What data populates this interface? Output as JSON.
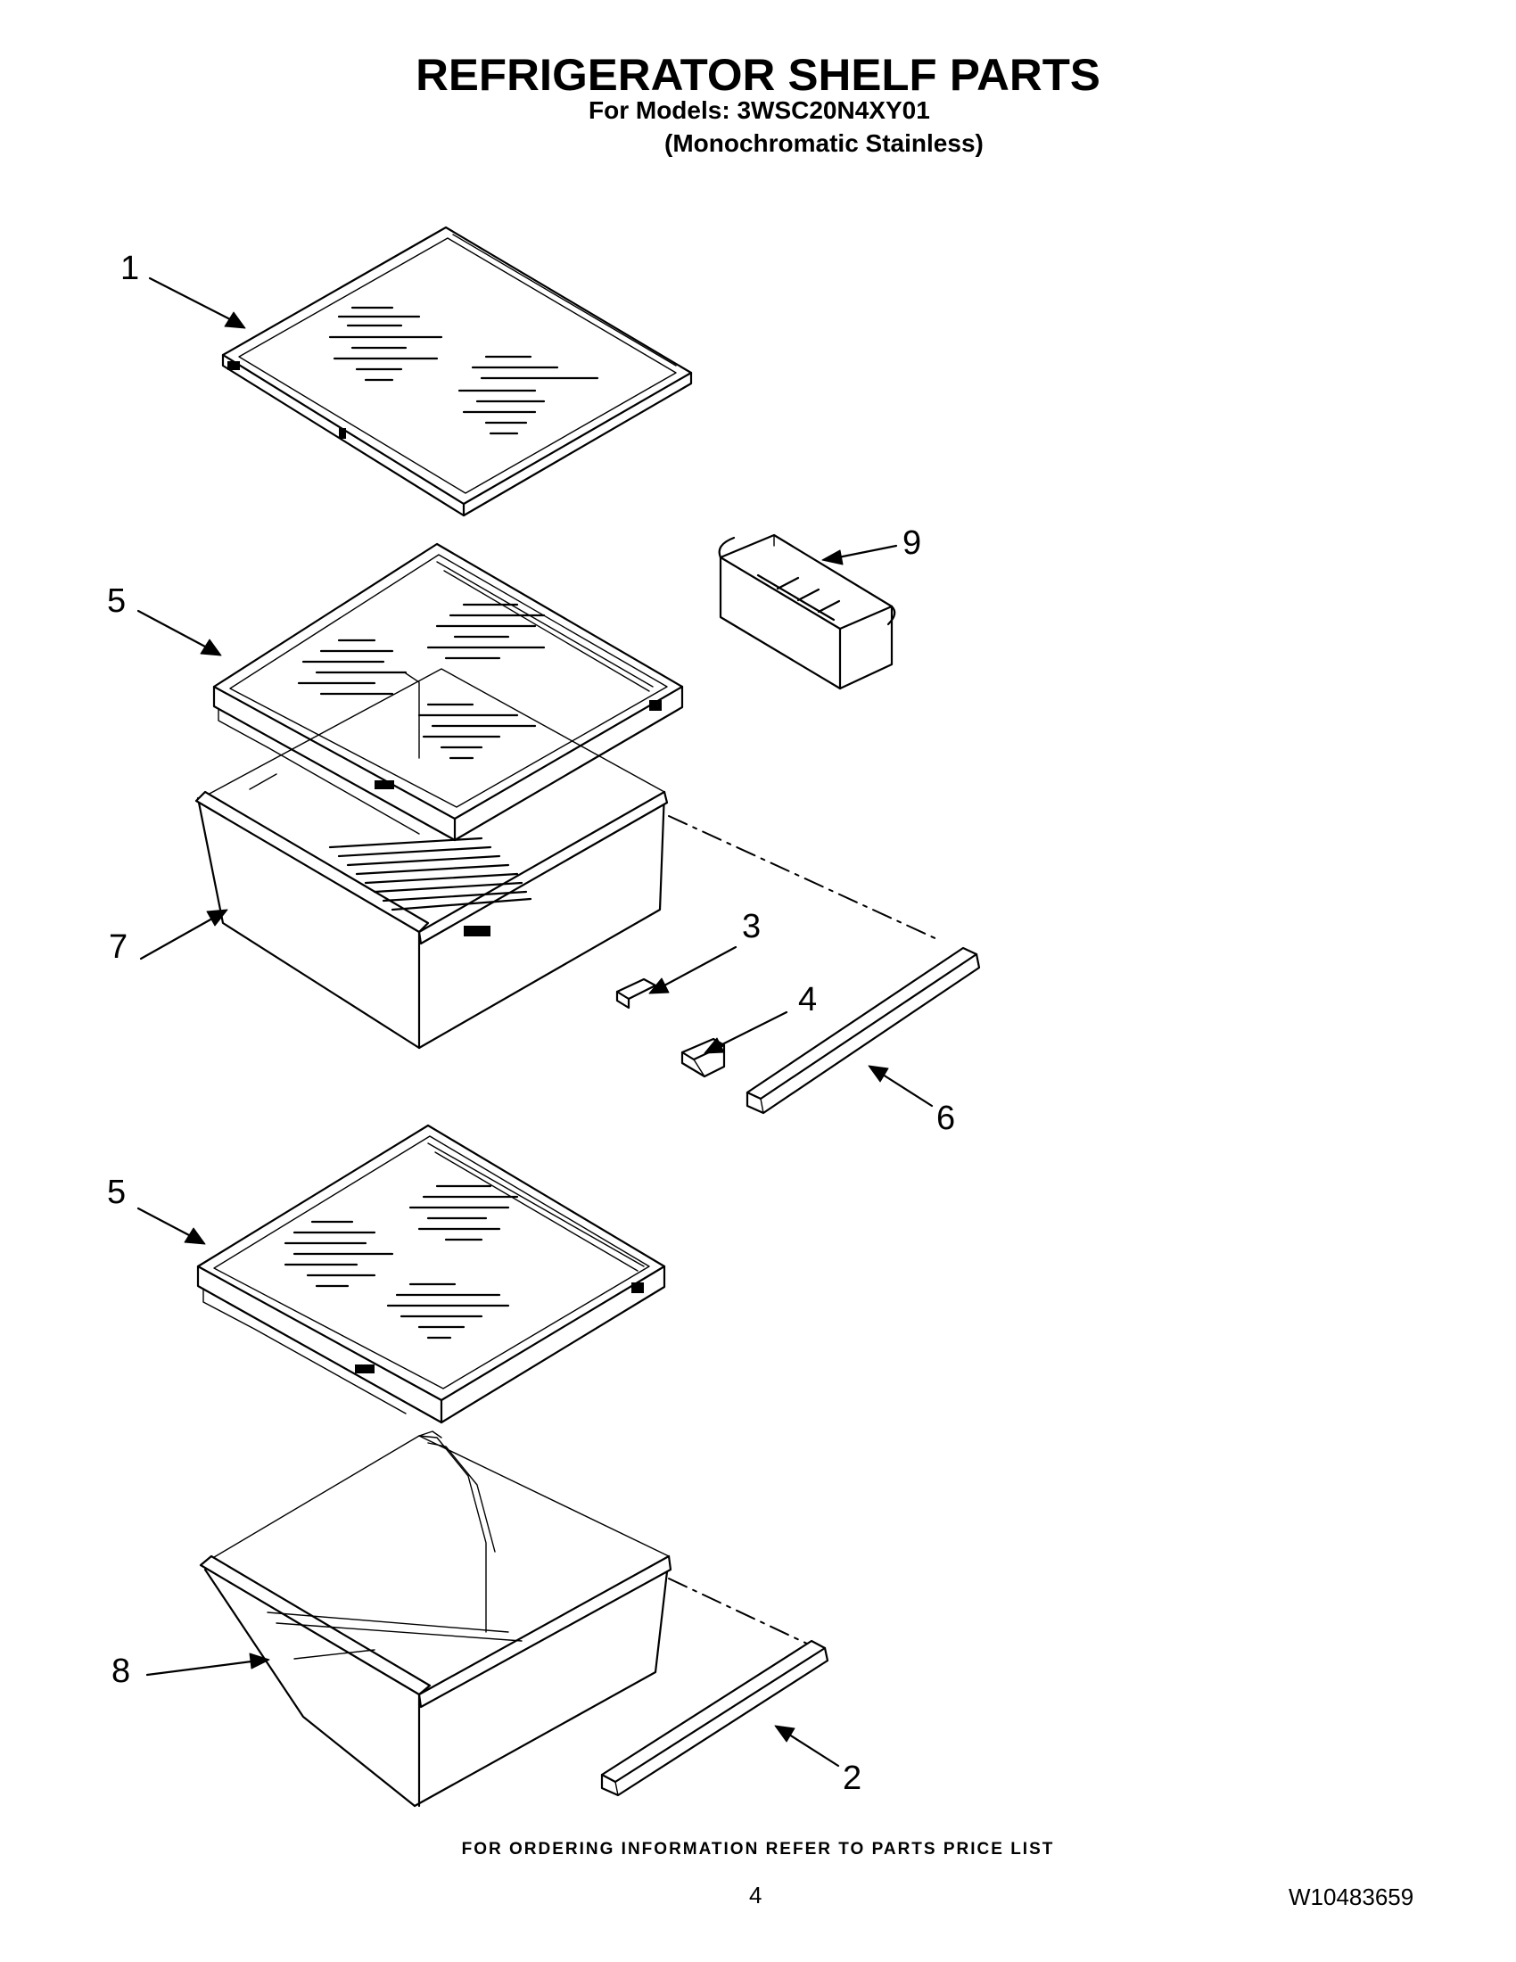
{
  "header": {
    "title": "REFRIGERATOR SHELF PARTS",
    "models_line": "For Models: 3WSC20N4XY01",
    "finish_line": "(Monochromatic Stainless)"
  },
  "callouts": {
    "part_1": "1",
    "part_2": "2",
    "part_3": "3",
    "part_4": "4",
    "part_5_upper": "5",
    "part_5_lower": "5",
    "part_6": "6",
    "part_7": "7",
    "part_8": "8",
    "part_9": "9"
  },
  "footer": {
    "ordering_note": "FOR ORDERING INFORMATION REFER TO PARTS PRICE LIST",
    "page_number": "4",
    "document_id": "W10483659"
  }
}
